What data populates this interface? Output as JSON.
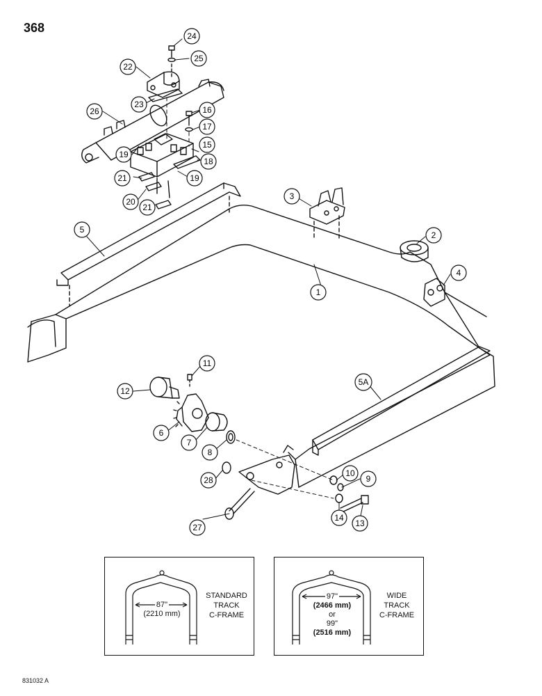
{
  "page": {
    "number": "368",
    "drawing_code": "831032 A"
  },
  "callouts": [
    {
      "id": "c1",
      "label": "1"
    },
    {
      "id": "c2",
      "label": "2"
    },
    {
      "id": "c3",
      "label": "3"
    },
    {
      "id": "c4",
      "label": "4"
    },
    {
      "id": "c5",
      "label": "5"
    },
    {
      "id": "c5a",
      "label": "5A"
    },
    {
      "id": "c6",
      "label": "6"
    },
    {
      "id": "c7",
      "label": "7"
    },
    {
      "id": "c8",
      "label": "8"
    },
    {
      "id": "c9",
      "label": "9"
    },
    {
      "id": "c10",
      "label": "10"
    },
    {
      "id": "c11",
      "label": "11"
    },
    {
      "id": "c12",
      "label": "12"
    },
    {
      "id": "c13",
      "label": "13"
    },
    {
      "id": "c14",
      "label": "14"
    },
    {
      "id": "c15",
      "label": "15"
    },
    {
      "id": "c16",
      "label": "16"
    },
    {
      "id": "c17",
      "label": "17"
    },
    {
      "id": "c18",
      "label": "18"
    },
    {
      "id": "c19a",
      "label": "19"
    },
    {
      "id": "c19b",
      "label": "19"
    },
    {
      "id": "c20",
      "label": "20"
    },
    {
      "id": "c21a",
      "label": "21"
    },
    {
      "id": "c21b",
      "label": "21"
    },
    {
      "id": "c22",
      "label": "22"
    },
    {
      "id": "c23",
      "label": "23"
    },
    {
      "id": "c24",
      "label": "24"
    },
    {
      "id": "c25",
      "label": "25"
    },
    {
      "id": "c26",
      "label": "26"
    },
    {
      "id": "c27",
      "label": "27"
    },
    {
      "id": "c28",
      "label": "28"
    }
  ],
  "insets": {
    "standard": {
      "dimension_in": "87\"",
      "dimension_mm": "(2210 mm)",
      "caption_lines": [
        "STANDARD",
        "TRACK",
        "C-FRAME"
      ]
    },
    "wide": {
      "dimension_in_1": "97\"",
      "dimension_mm_1": "(2466 mm)",
      "or_text": "or",
      "dimension_in_2": "99\"",
      "dimension_mm_2": "(2516 mm)",
      "caption_lines": [
        "WIDE",
        "TRACK",
        "C-FRAME"
      ]
    }
  }
}
